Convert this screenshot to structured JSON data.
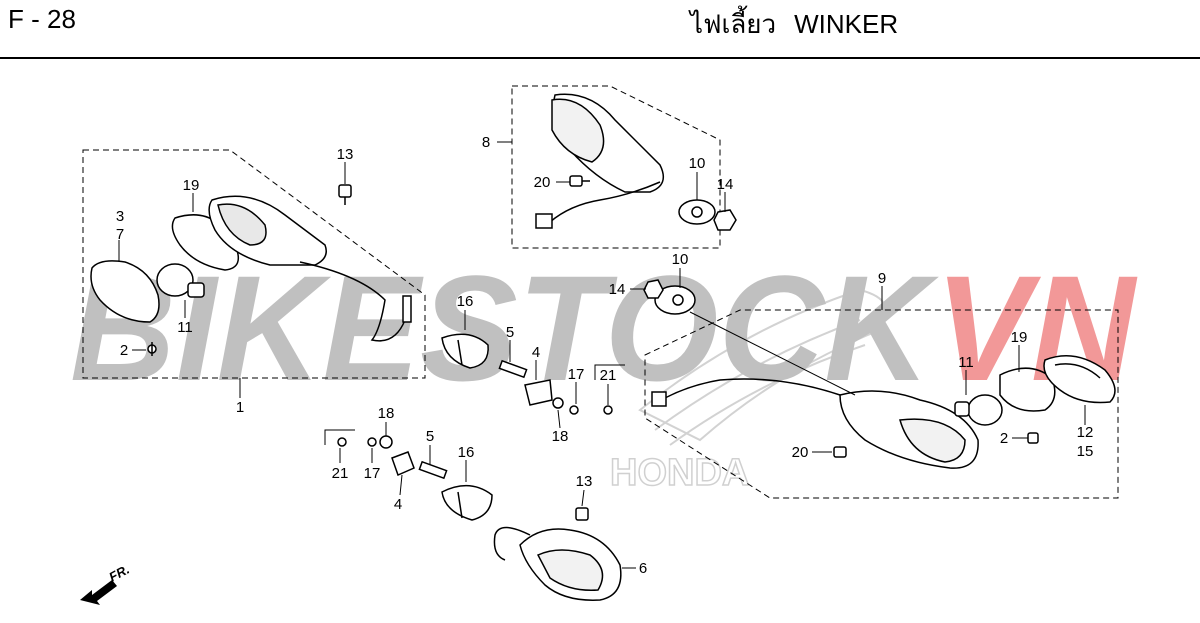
{
  "header": {
    "page_code": "F - 28",
    "title_thai": "ไฟเลี้ยว",
    "title_en": "WINKER"
  },
  "watermark": {
    "text": "BIKESTOCK",
    "accent": "VN",
    "gray": "#8c8c8c",
    "red": "#e21a1a"
  },
  "honda_watermark": "HONDA",
  "direction_label": "FR.",
  "callouts": [
    {
      "id": "c1",
      "label": "1"
    },
    {
      "id": "c2a",
      "label": "2"
    },
    {
      "id": "c2b",
      "label": "2"
    },
    {
      "id": "c3",
      "label": "3"
    },
    {
      "id": "c4a",
      "label": "4"
    },
    {
      "id": "c4b",
      "label": "4"
    },
    {
      "id": "c5a",
      "label": "5"
    },
    {
      "id": "c5b",
      "label": "5"
    },
    {
      "id": "c6",
      "label": "6"
    },
    {
      "id": "c7",
      "label": "7"
    },
    {
      "id": "c8",
      "label": "8"
    },
    {
      "id": "c9",
      "label": "9"
    },
    {
      "id": "c10a",
      "label": "10"
    },
    {
      "id": "c10b",
      "label": "10"
    },
    {
      "id": "c11a",
      "label": "11"
    },
    {
      "id": "c11b",
      "label": "11"
    },
    {
      "id": "c12",
      "label": "12"
    },
    {
      "id": "c13a",
      "label": "13"
    },
    {
      "id": "c13b",
      "label": "13"
    },
    {
      "id": "c14a",
      "label": "14"
    },
    {
      "id": "c14b",
      "label": "14"
    },
    {
      "id": "c15",
      "label": "15"
    },
    {
      "id": "c16a",
      "label": "16"
    },
    {
      "id": "c16b",
      "label": "16"
    },
    {
      "id": "c17a",
      "label": "17"
    },
    {
      "id": "c17b",
      "label": "17"
    },
    {
      "id": "c18a",
      "label": "18"
    },
    {
      "id": "c18b",
      "label": "18"
    },
    {
      "id": "c19a",
      "label": "19"
    },
    {
      "id": "c19b",
      "label": "19"
    },
    {
      "id": "c20a",
      "label": "20"
    },
    {
      "id": "c20b",
      "label": "20"
    },
    {
      "id": "c21a",
      "label": "21"
    },
    {
      "id": "c21b",
      "label": "21"
    }
  ]
}
